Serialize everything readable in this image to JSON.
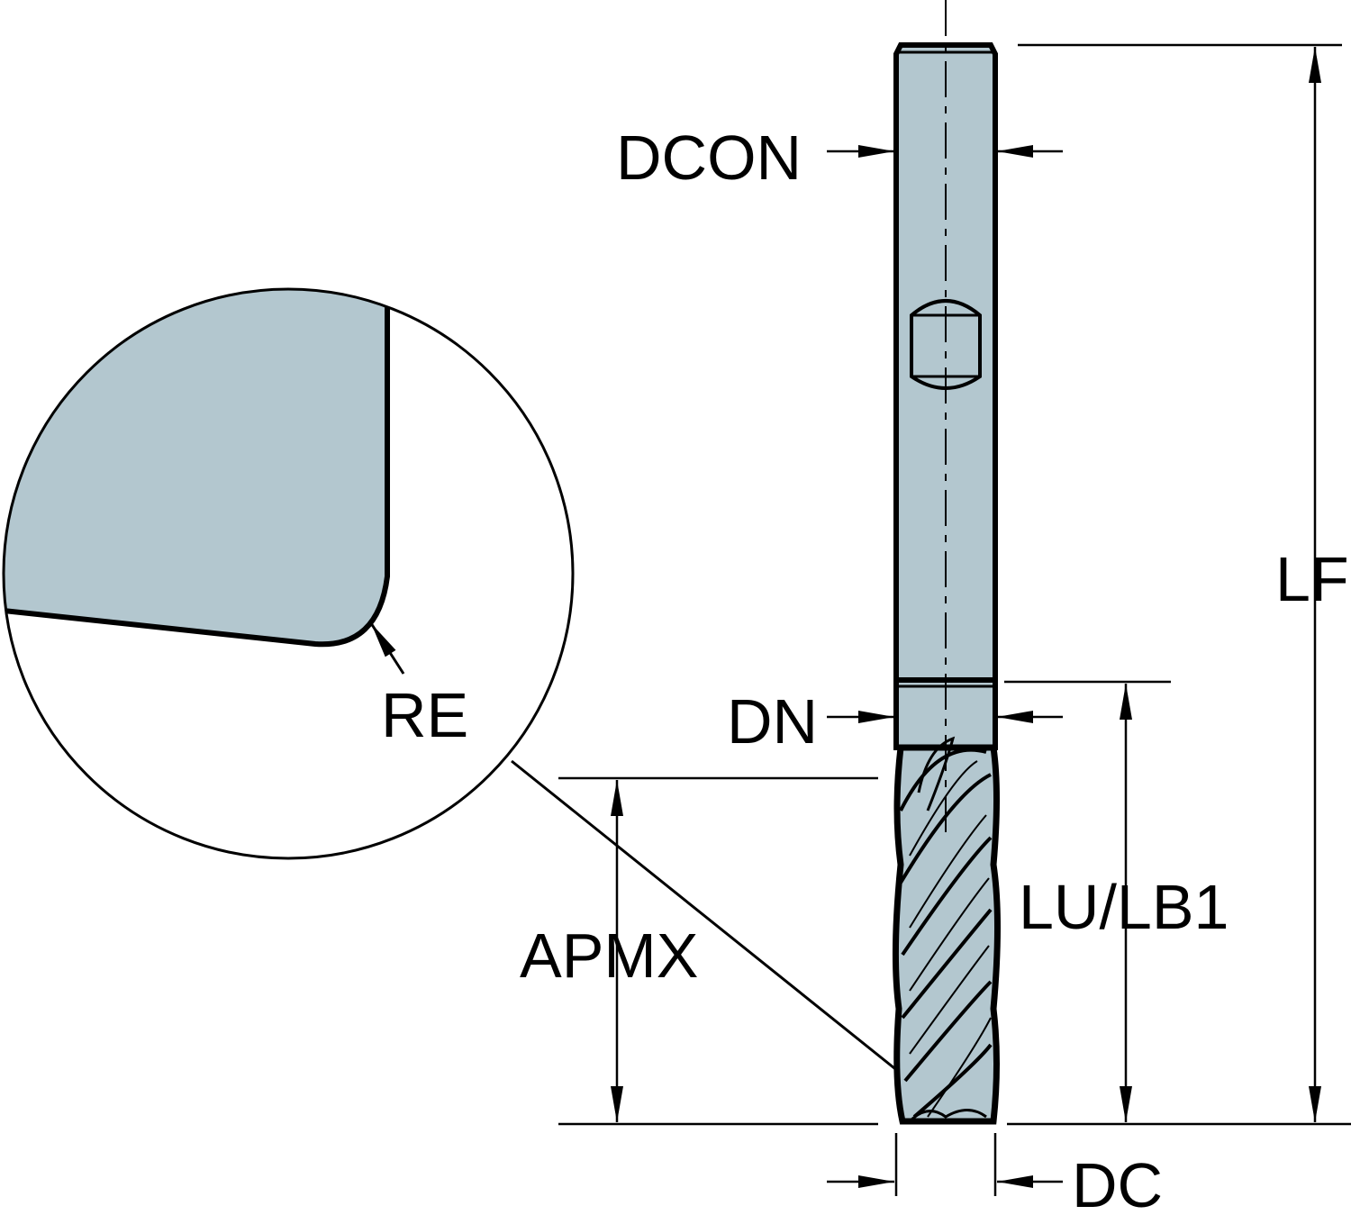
{
  "diagram": {
    "labels": {
      "dcon": "DCON",
      "dn": "DN",
      "dc": "DC",
      "lf": "LF",
      "lu_lb1": "LU/LB1",
      "apmx": "APMX",
      "re": "RE"
    },
    "colors": {
      "tool_fill": "#b3c7cf",
      "line": "#000000"
    }
  }
}
